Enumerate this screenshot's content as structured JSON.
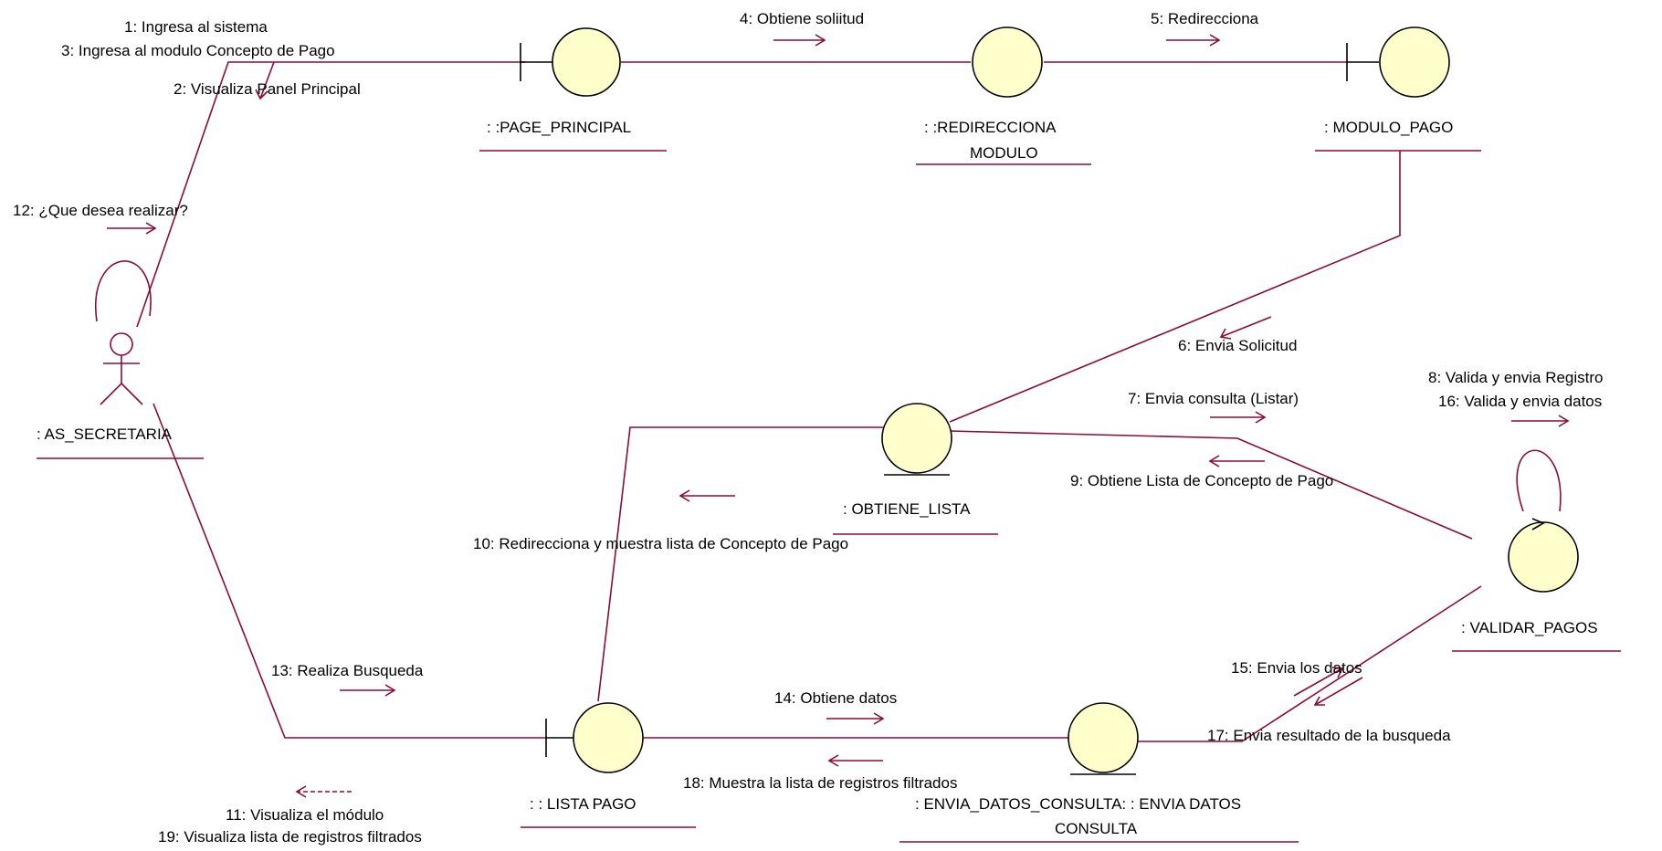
{
  "objects": {
    "actor": ": AS_SECRETARIA",
    "page_principal": ": :PAGE_PRINCIPAL",
    "redirecciona_line1": ": :REDIRECCIONA",
    "redirecciona_line2": "MODULO",
    "modulo_pago": ": MODULO_PAGO",
    "obtiene_lista": ": OBTIENE_LISTA",
    "validar_pagos": ": VALIDAR_PAGOS",
    "lista_pago": ": : LISTA PAGO",
    "envia_datos_line1": ": ENVIA_DATOS_CONSULTA: : ENVIA DATOS",
    "envia_datos_line2": "CONSULTA"
  },
  "messages": {
    "m1": "1: Ingresa al sistema",
    "m3": "3: Ingresa al modulo Concepto de Pago",
    "m2": "2: Visualiza Panel Principal",
    "m4": "4: Obtiene soliitud",
    "m5": "5: Redirecciona",
    "m12": "12: ¿Que desea realizar?",
    "m6": "6: Envia Solicitud",
    "m7": "7: Envia consulta (Listar)",
    "m8": "8: Valida y envia Registro",
    "m16": "16: Valida y envia datos",
    "m9": "9: Obtiene Lista de Concepto de Pago",
    "m10": "10: Redirecciona y muestra lista de Concepto de Pago",
    "m13": "13: Realiza Busqueda",
    "m14": "14: Obtiene datos",
    "m15": "15: Envia los datos",
    "m17": "17: Envia resultado de la busqueda",
    "m18": "18: Muestra la lista de registros filtrados",
    "m11": "11: Visualiza el módulo",
    "m19": "19: Visualiza lista de registros filtrados"
  },
  "colors": {
    "link": "#8b0a3a",
    "object_fill": "#ffffcc",
    "text": "#000000"
  }
}
